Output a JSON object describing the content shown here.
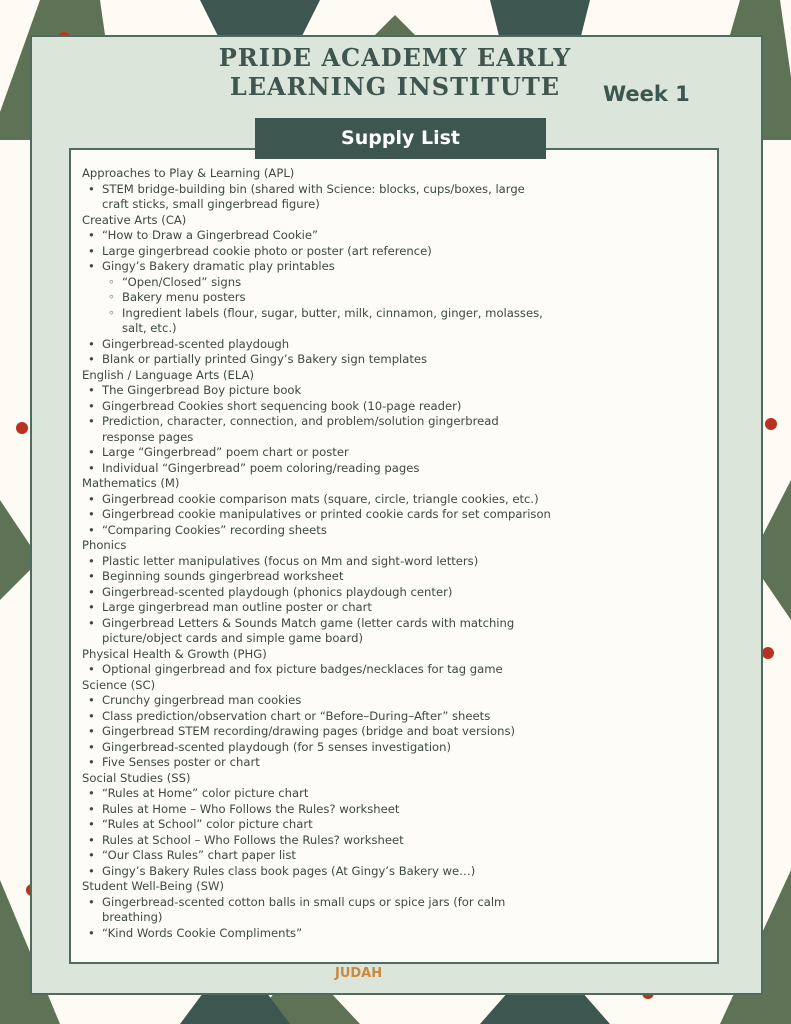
{
  "header": {
    "title": "PRIDE ACADEMY EARLY LEARNING INSTITUTE",
    "week": "Week 1",
    "band": "Supply List"
  },
  "footer_logo": "JUDAH",
  "colors": {
    "panel": "#dce5da",
    "dark_green": "#3d5650",
    "berry": "#b8321f",
    "tree": "#5e7356"
  },
  "sections": [
    {
      "heading": "Approaches to Play & Learning (APL)",
      "items": [
        {
          "text": "STEM bridge-building bin (shared with Science: blocks, cups/boxes, large craft sticks, small gingerbread figure)"
        }
      ]
    },
    {
      "heading": "Creative Arts (CA)",
      "items": [
        {
          "text": "“How to Draw a Gingerbread Cookie”"
        },
        {
          "text": "Large gingerbread cookie photo or poster (art reference)"
        },
        {
          "text": "Gingy’s Bakery dramatic play printables",
          "sub": [
            "“Open/Closed” signs",
            "Bakery menu posters",
            "Ingredient labels (flour, sugar, butter, milk, cinnamon, ginger, molasses, salt, etc.)"
          ]
        },
        {
          "text": "Gingerbread-scented playdough"
        },
        {
          "text": "Blank or partially printed Gingy’s Bakery sign templates"
        }
      ]
    },
    {
      "heading": "English / Language Arts (ELA)",
      "items": [
        {
          "text": "The Gingerbread Boy picture book"
        },
        {
          "text": "Gingerbread Cookies short sequencing book (10-page reader)"
        },
        {
          "text": "Prediction, character, connection, and problem/solution gingerbread response pages"
        },
        {
          "text": "Large “Gingerbread” poem chart or poster"
        },
        {
          "text": "Individual “Gingerbread” poem coloring/reading pages"
        }
      ]
    },
    {
      "heading": "Mathematics (M)",
      "items": [
        {
          "text": "Gingerbread cookie comparison mats (square, circle, triangle cookies, etc.)"
        },
        {
          "text": "Gingerbread cookie manipulatives or printed cookie cards for set comparison"
        },
        {
          "text": "“Comparing Cookies” recording sheets"
        }
      ]
    },
    {
      "heading": "Phonics",
      "items": [
        {
          "text": "Plastic letter manipulatives (focus on Mm and sight-word letters)"
        },
        {
          "text": "Beginning sounds gingerbread worksheet"
        },
        {
          "text": "Gingerbread-scented playdough (phonics playdough center)"
        },
        {
          "text": "Large gingerbread man outline poster or chart"
        },
        {
          "text": "Gingerbread Letters & Sounds Match game (letter cards with matching picture/object cards and simple game board)"
        }
      ]
    },
    {
      "heading": "Physical Health & Growth (PHG)",
      "items": [
        {
          "text": "Optional gingerbread and fox picture badges/necklaces for tag game"
        }
      ]
    },
    {
      "heading": "Science (SC)",
      "items": [
        {
          "text": "Crunchy gingerbread man cookies"
        },
        {
          "text": "Class prediction/observation chart or “Before–During–After” sheets"
        },
        {
          "text": "Gingerbread STEM recording/drawing pages (bridge and boat versions)"
        },
        {
          "text": "Gingerbread-scented playdough (for 5 senses investigation)"
        },
        {
          "text": "Five Senses poster or chart"
        }
      ]
    },
    {
      "heading": "Social Studies (SS)",
      "items": [
        {
          "text": "“Rules at Home” color picture chart"
        },
        {
          "text": "Rules at Home – Who Follows the Rules? worksheet"
        },
        {
          "text": "“Rules at School” color picture chart"
        },
        {
          "text": "Rules at School – Who Follows the Rules? worksheet"
        },
        {
          "text": "“Our Class Rules” chart paper list"
        },
        {
          "text": "Gingy’s Bakery Rules class book pages (At Gingy’s Bakery we…)"
        }
      ]
    },
    {
      "heading": "Student Well-Being (SW)",
      "items": [
        {
          "text": "Gingerbread-scented cotton balls in small cups or spice jars (for calm breathing)"
        },
        {
          "text": " “Kind Words Cookie Compliments”"
        }
      ]
    }
  ]
}
